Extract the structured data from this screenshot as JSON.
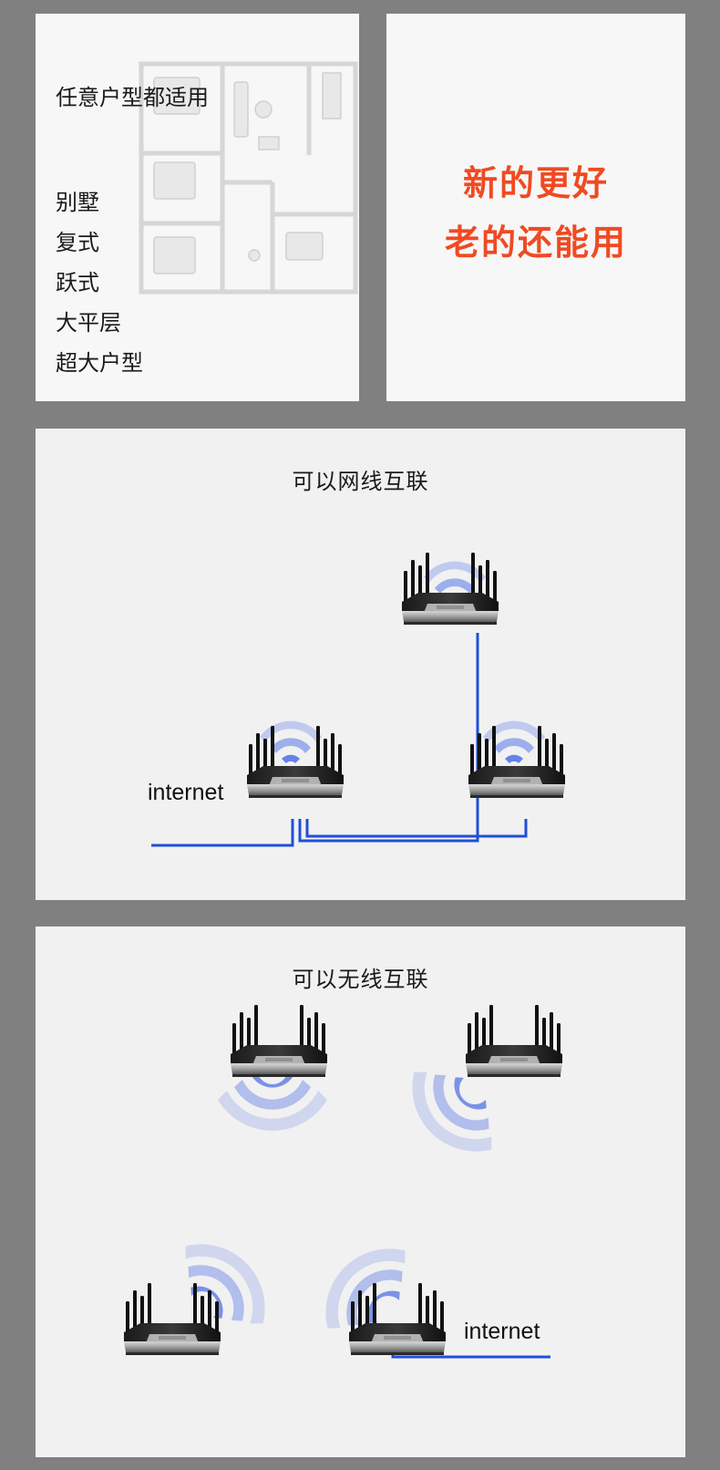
{
  "panel_floorplan": {
    "title": "任意户型都适用",
    "types": [
      "别墅",
      "复式",
      "跃式",
      "大平层",
      "超大户型"
    ]
  },
  "panel_slogan": {
    "line1": "新的更好",
    "line2": "老的还能用"
  },
  "panel_wired": {
    "title": "可以网线互联",
    "internet_label": "internet"
  },
  "panel_wireless": {
    "title": "可以无线互联",
    "internet_label": "internet"
  },
  "colors": {
    "accent_red": "#f04a22",
    "cable_blue": "#1f4fd6",
    "signal_blue": "#3b5fe0"
  },
  "icons": [
    "router-icon",
    "wifi-signal-icon",
    "floorplan-illustration"
  ]
}
